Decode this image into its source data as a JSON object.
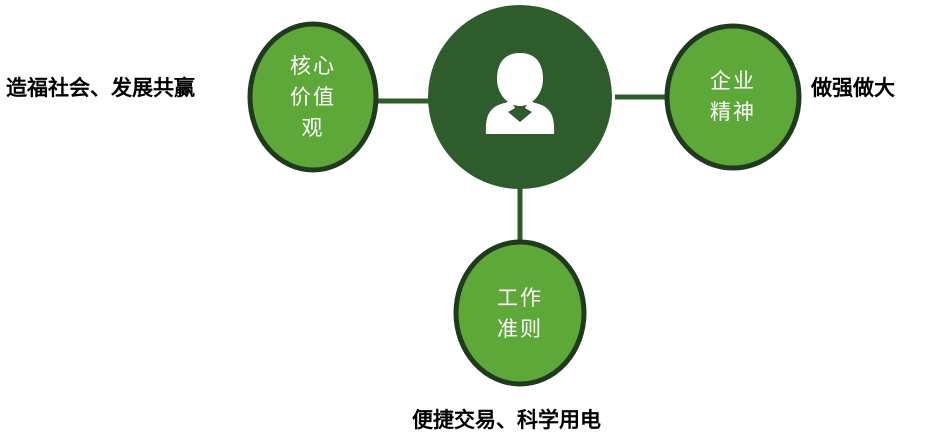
{
  "colors": {
    "center_fill": "#2e5c2d",
    "node_fill": "#5ea83a",
    "node_ring": "#1f3a1d",
    "connector": "#2e5c2d",
    "icon": "#ffffff"
  },
  "center": {
    "icon": "person-icon"
  },
  "nodes": {
    "core_values": {
      "lines": [
        "核心",
        "价值",
        "观"
      ],
      "caption": "造福社会、发展共赢"
    },
    "enterprise_spirit": {
      "lines": [
        "企业",
        "精神"
      ],
      "caption": "做强做大"
    },
    "work_principles": {
      "lines": [
        "工作",
        "准则"
      ],
      "caption": "便捷交易、科学用电"
    }
  }
}
